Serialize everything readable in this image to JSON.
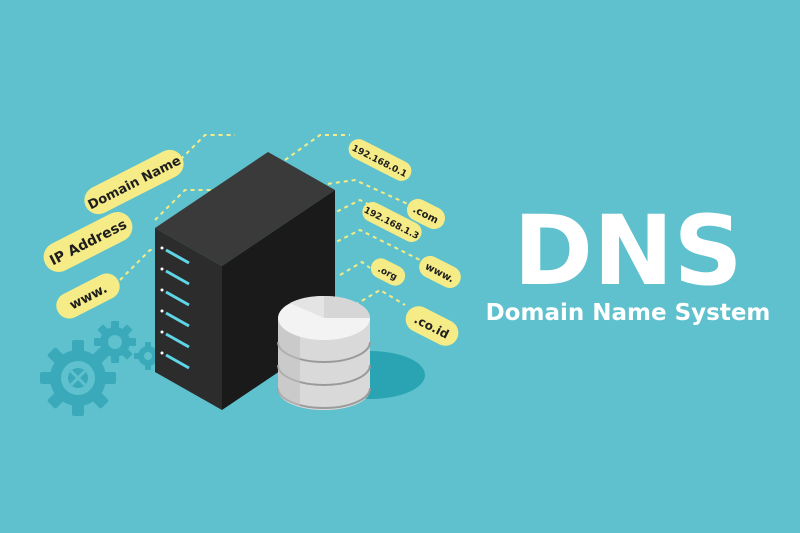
{
  "title": "DNS",
  "subtitle": "Domain Name System",
  "left_tags": [
    "Domain Name",
    "IP Address",
    "www."
  ],
  "right_tags": [
    "192.168.0.1",
    ".com",
    "192.168.1.3",
    "www.",
    ".org",
    ".co.id"
  ],
  "colors": {
    "background": "#5ec1cd",
    "tag": "#f6ec87",
    "dashed_line": "#f6ec87",
    "server_front": "#2c2c2c",
    "server_side": "#1a1a1a",
    "server_top": "#3a3a3a",
    "server_led": "#5fd6e6",
    "gear": "#3aa9ba",
    "database": "#e8e8e8",
    "title": "#ffffff"
  },
  "icons": [
    "server-icon",
    "database-icon",
    "gear-icon"
  ]
}
